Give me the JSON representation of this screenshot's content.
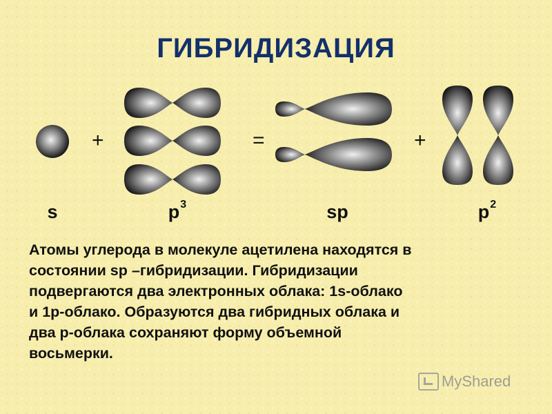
{
  "title": "ГИБРИДИЗАЦИЯ",
  "operators": {
    "plus_1": "+",
    "equals": "=",
    "plus_2": "+"
  },
  "labels": {
    "s": "s",
    "p3_base": "p",
    "p3_sup": "3",
    "sp": "sp",
    "p2_base": "p",
    "p2_sup": "2"
  },
  "description": [
    "Атомы углерода в молекуле ацетилена находятся в",
    "состоянии sp –гибридизации. Гибридизации",
    "подвергаются два электронных облака: 1s-облако",
    "и 1р-облако. Образуются два гибридных облака и",
    "два р-облака сохраняют форму объемной",
    "восьмерки."
  ],
  "watermark": "MyShared",
  "colors": {
    "title": "#13306b",
    "background": "#f7eeae",
    "orbital_dark": "#1a1a1a",
    "orbital_light": "#f2f2f2"
  }
}
